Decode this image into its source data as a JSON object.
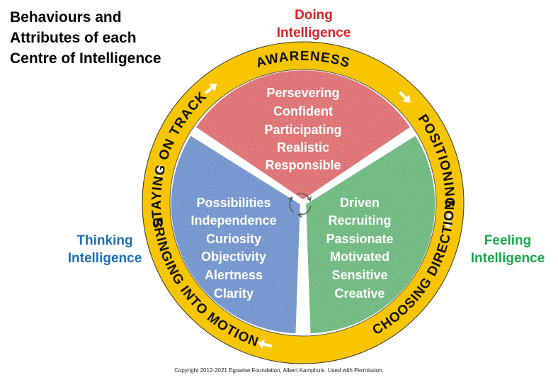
{
  "title": {
    "lines": [
      "Behaviours and",
      "Attributes of each",
      "Centre of Intelligence"
    ]
  },
  "centres": {
    "doing": {
      "label_lines": [
        "Doing",
        "Intelligence"
      ],
      "color": "#e41e25",
      "items": [
        "Persevering",
        "Confident",
        "Participating",
        "Realistic",
        "Responsible"
      ]
    },
    "thinking": {
      "label_lines": [
        "Thinking",
        "Intelligence"
      ],
      "color": "#1a6fb9",
      "items": [
        "Possibilities",
        "Independence",
        "Curiosity",
        "Objectivity",
        "Alertness",
        "Clarity"
      ]
    },
    "feeling": {
      "label_lines": [
        "Feeling",
        "Intelligence"
      ],
      "color": "#1aa84b",
      "items": [
        "Driven",
        "Recruiting",
        "Passionate",
        "Motivated",
        "Sensitive",
        "Creative"
      ]
    }
  },
  "ring": {
    "color": "#f7c600",
    "phases": [
      "AWARENESS",
      "POSITIONING",
      "CHOOSING DIRECTION",
      "BRINGING INTO MOTION",
      "STAYING ON TRACK"
    ]
  },
  "copyright": "Copyright 2012-2021 Egowise Foundation, Albert Kamphuis. Used with Permission."
}
